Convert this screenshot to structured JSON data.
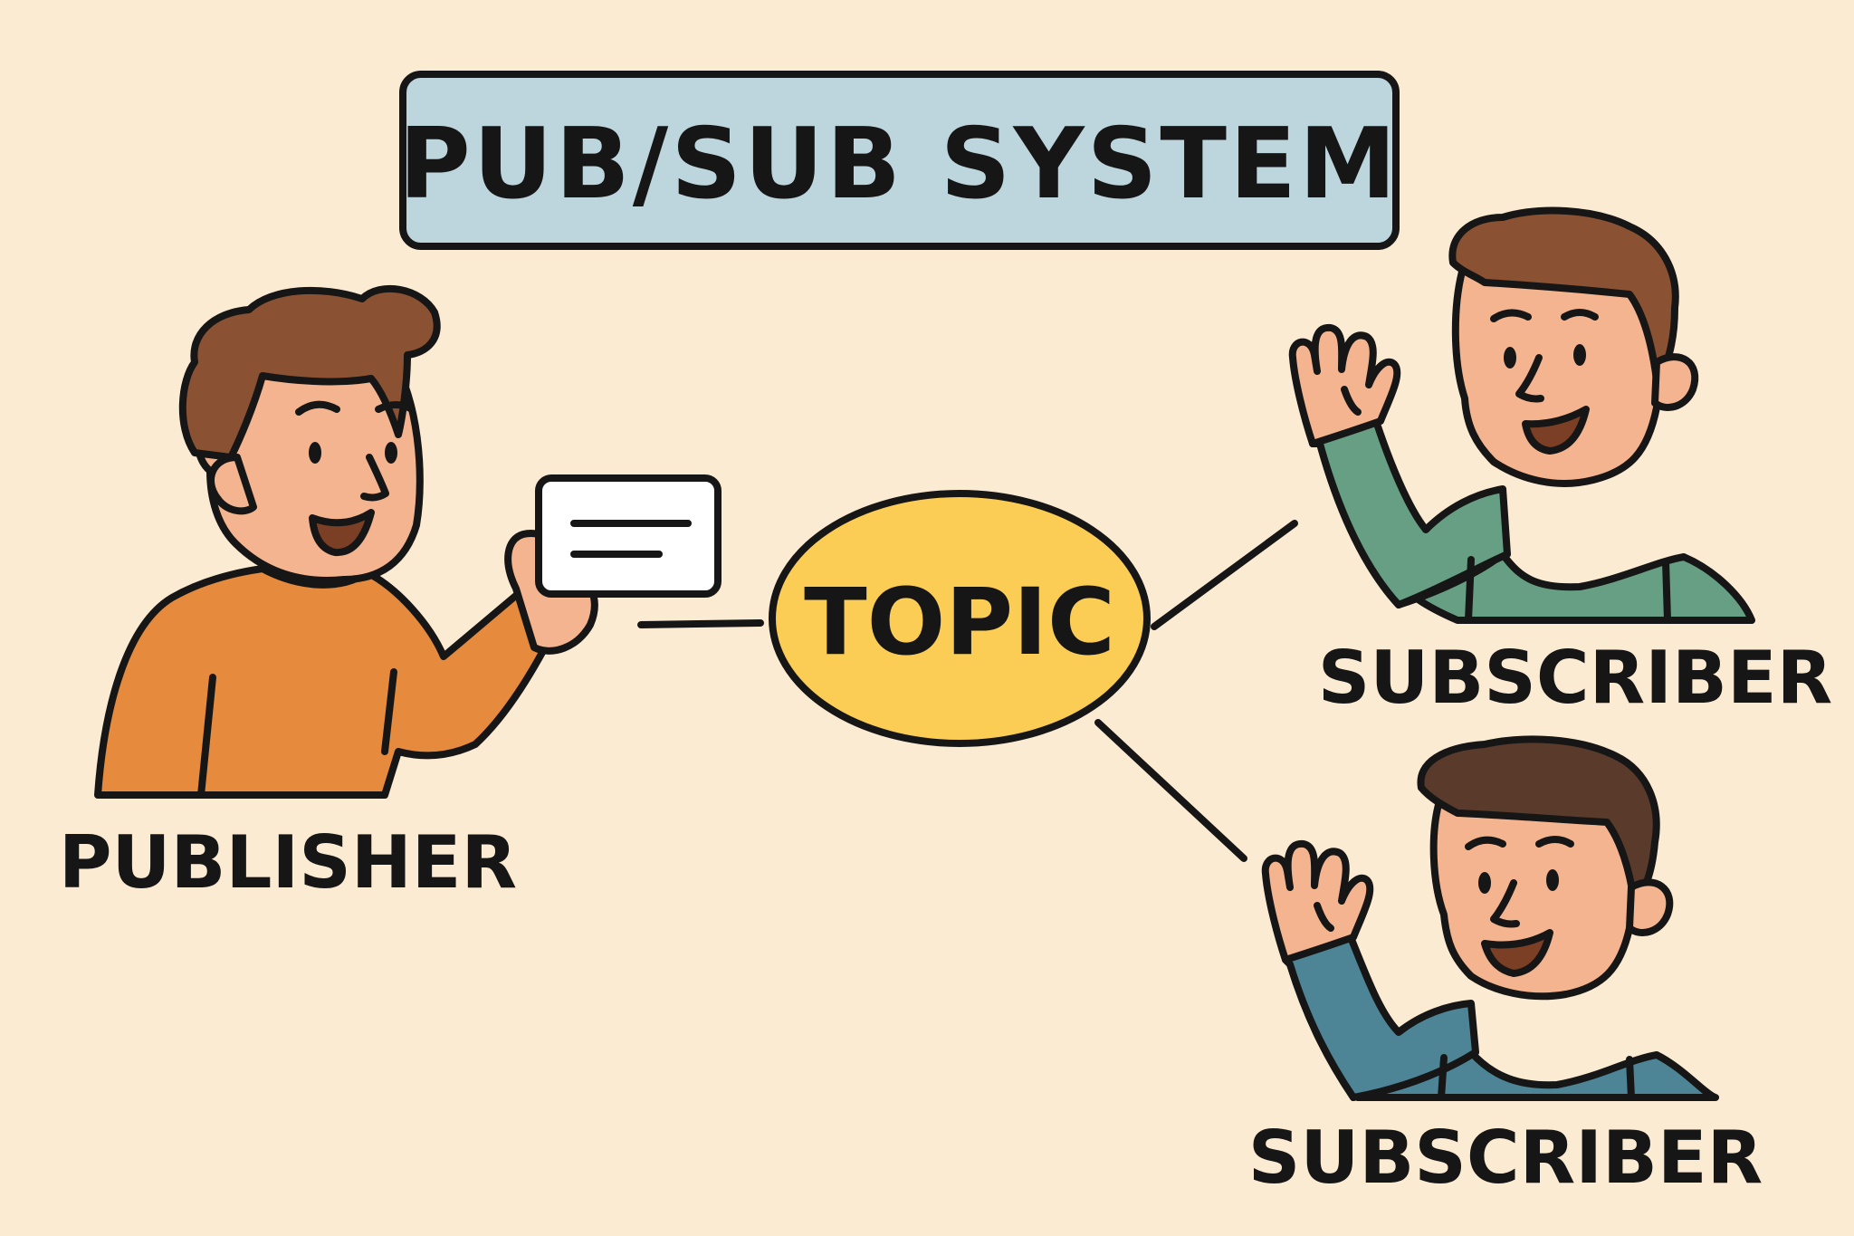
{
  "title": "PUB/SUB SYSTEM",
  "topic": {
    "label": "TOPIC"
  },
  "publisher": {
    "label": "PUBLISHER"
  },
  "subscribers": [
    {
      "label": "SUBSCRIBER"
    },
    {
      "label": "SUBSCRIBER"
    }
  ],
  "colors": {
    "background": "#fcebd3",
    "title_box": "#bdd5dc",
    "topic": "#fbcd55",
    "publisher_shirt": "#e68a3d",
    "subscriber_1_shirt": "#669f83",
    "subscriber_2_shirt": "#4d8496",
    "skin": "#f3b48f",
    "hair": "#8a5232",
    "outline": "#161616"
  }
}
